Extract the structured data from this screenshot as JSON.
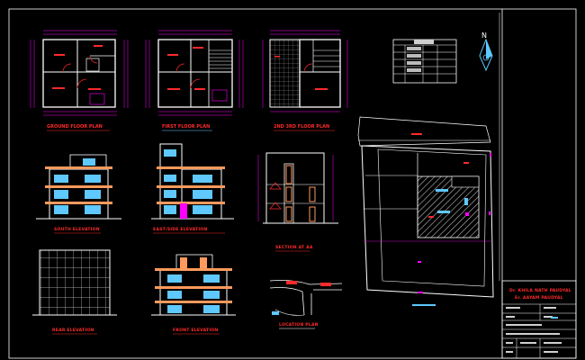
{
  "drawing": {
    "colors": {
      "background": "#000000",
      "border": "#ffffff",
      "walls": "#ffffff",
      "labels": "#ff2a2a",
      "dimensions": "#ff00ff",
      "windows": "#5fc8ff",
      "beams": "#ff9a5c",
      "hatch": "#b0b0b0",
      "plot": "#b06cff"
    },
    "labels": {
      "ground_floor": "GROUND FLOOR PLAN",
      "first_floor": "FIRST FLOOR PLAN",
      "second_floor": "2ND 3RD FLOOR PLAN",
      "south_elev": "SOUTH ELEVATION",
      "side_elev": "EAST/SIDE ELEVATION",
      "section": "SECTION AT AA",
      "rear_elev": "REAR ELEVATION",
      "front_elev": "FRONT ELEVATION",
      "location": "LOCATION PLAN"
    },
    "owner": {
      "line1": "Dr. KHILA NATH PAUDYAL",
      "line2": "Er. AAYAM PAUDYAL"
    },
    "north_symbol": "N",
    "icons": [
      "north-arrow-icon"
    ]
  }
}
